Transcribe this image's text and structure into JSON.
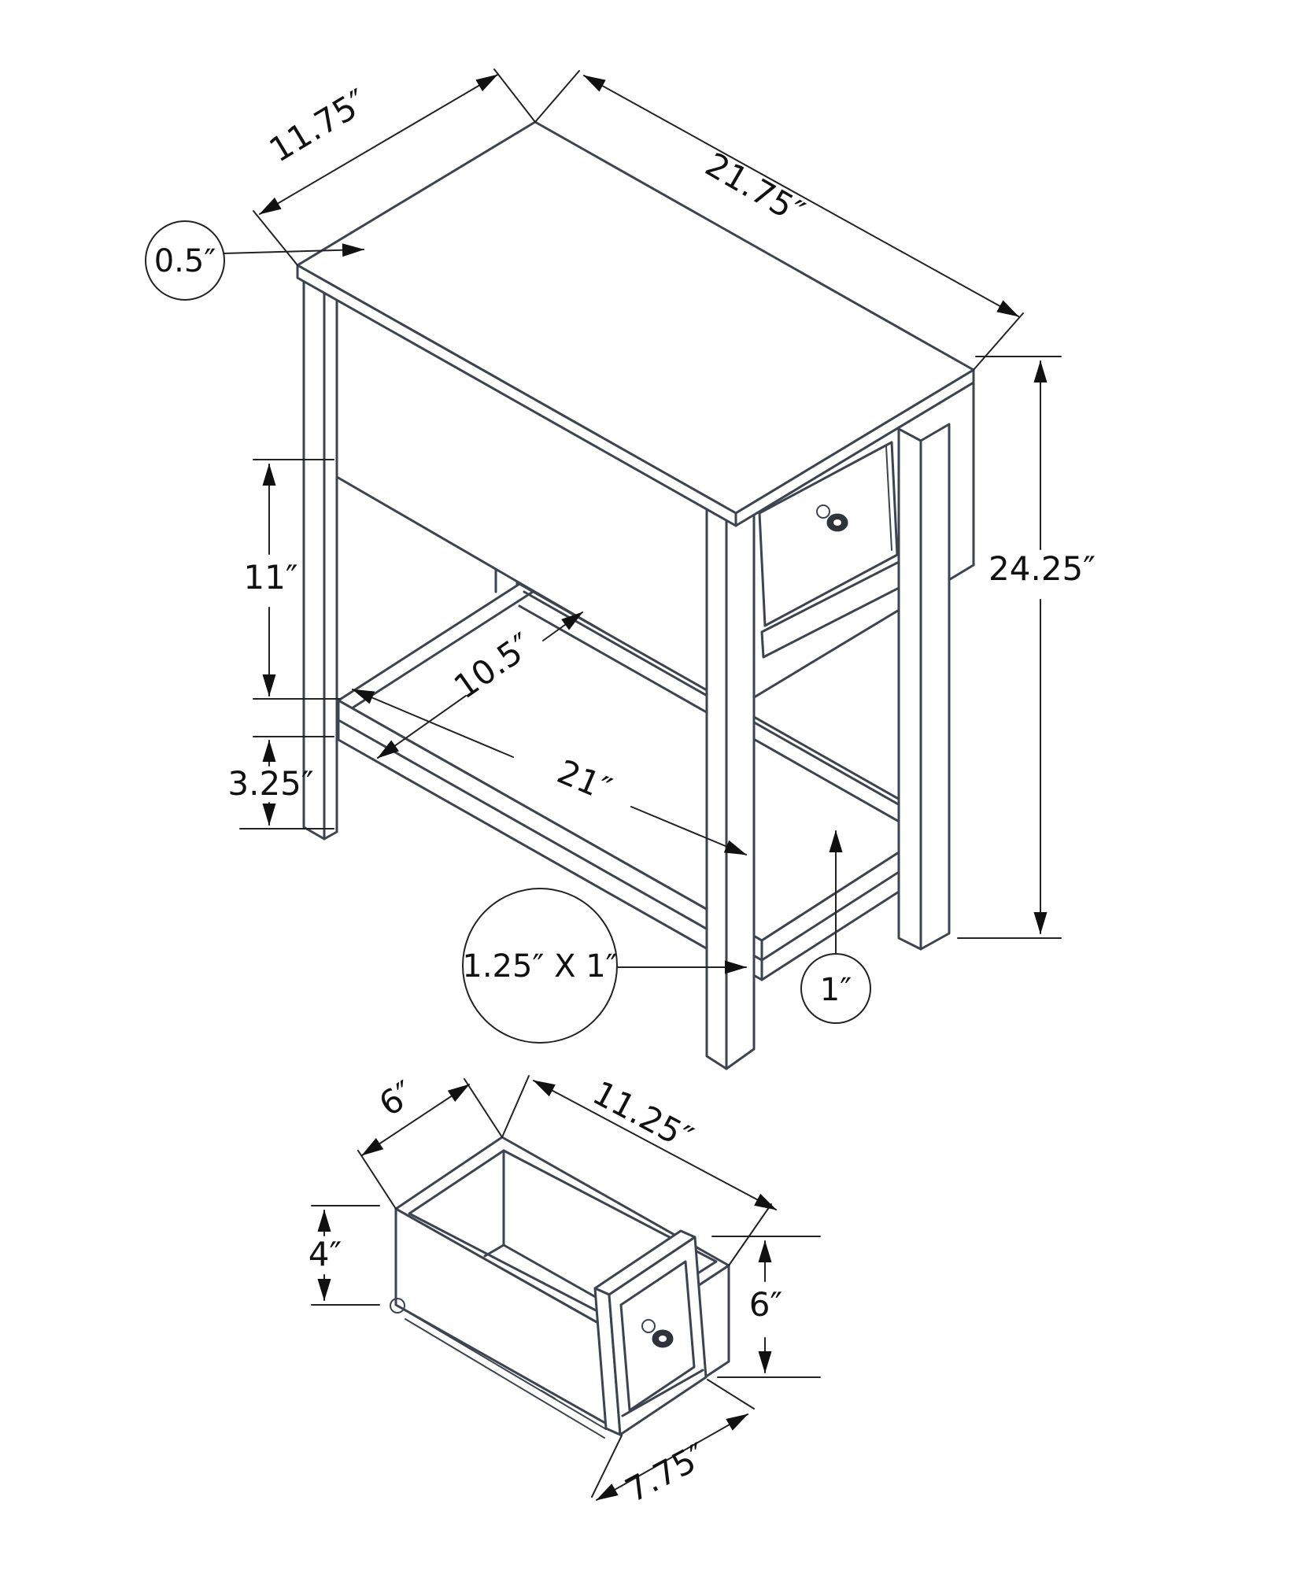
{
  "drawing": {
    "kind": "furniture dimension diagram",
    "subject": "accent side table with drawer and lower shelf",
    "views": [
      "assembled table (isometric)",
      "drawer pulled out (isometric)"
    ]
  },
  "upper_view": {
    "top_depth": "11.75″",
    "top_length": "21.75″",
    "top_thickness": "0.5″",
    "drawer_bottom_to_shelf": "11″",
    "shelf_to_floor": "3.25″",
    "shelf_depth": "10.5″",
    "shelf_length": "21″",
    "overall_height": "24.25″",
    "leg_section": "1.25″ X 1″",
    "shelf_rail_height": "1″"
  },
  "drawer_view": {
    "inner_depth": "6″",
    "inner_length": "11.25″",
    "box_height": "4″",
    "front_height": "6″",
    "front_width": "7.75″"
  },
  "colors": {
    "line": "#3d4450",
    "dimension": "#232323",
    "text": "#111111",
    "background": "#ffffff"
  }
}
